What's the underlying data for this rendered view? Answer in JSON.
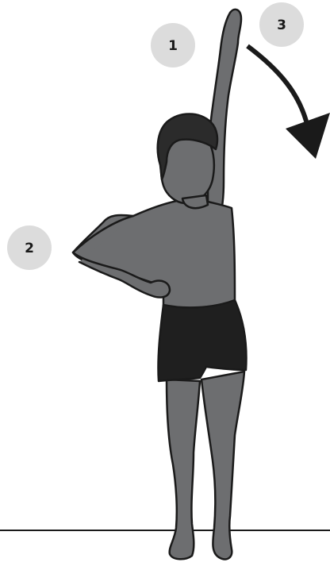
{
  "colors": {
    "background": "#ffffff",
    "body_fill": "#6d6e70",
    "outline": "#1a1a1a",
    "hair": "#2b2b2b",
    "shorts": "#1f1f1f",
    "badge_fill": "#dcdcdc",
    "badge_text": "#1a1a1a",
    "arrow": "#1a1a1a",
    "ground_line": "#1a1a1a"
  },
  "steps": [
    {
      "number": "1",
      "icon": "raised-arm"
    },
    {
      "number": "2",
      "icon": "hand-on-hip"
    },
    {
      "number": "3",
      "icon": "lean-arrow"
    }
  ],
  "arrow": {
    "icon": "curved-arrow-down-right"
  },
  "figure": {
    "icon": "standing-person-side-stretch"
  }
}
